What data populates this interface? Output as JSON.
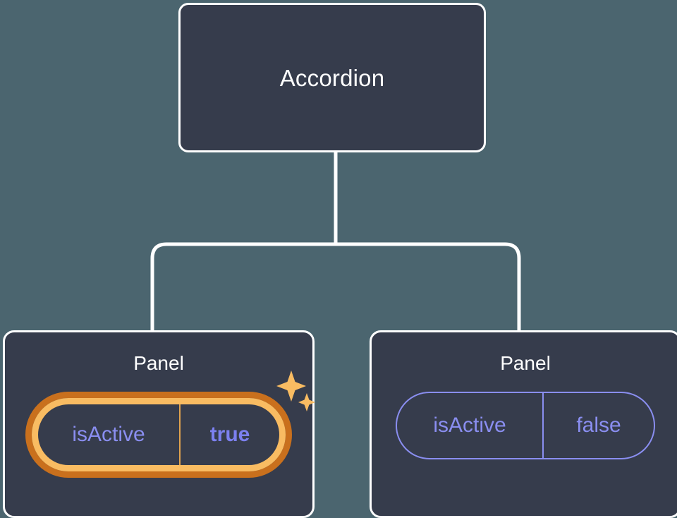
{
  "theme": {
    "background": "#4b656f",
    "card_fill": "#363c4c",
    "card_border": "#ffffff",
    "connector": "#ffffff",
    "pill_accent": "#8a8ef0",
    "highlight_outer": "#c9701d",
    "highlight_inner": "#f9bc62",
    "sparkle": "#f9bc62"
  },
  "diagram": {
    "type": "component-tree",
    "root": {
      "title": "Accordion"
    },
    "children": [
      {
        "title": "Panel",
        "highlighted": true,
        "prop": {
          "key": "isActive",
          "value": "true"
        },
        "sparkle_icon": "sparkles-icon"
      },
      {
        "title": "Panel",
        "highlighted": false,
        "prop": {
          "key": "isActive",
          "value": "false"
        }
      }
    ]
  }
}
